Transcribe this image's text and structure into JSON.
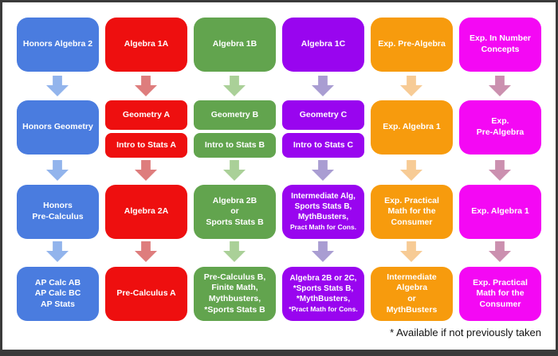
{
  "palette": {
    "frame_border": "#3a3a3a",
    "background": "#ffffff",
    "box_text": "#ffffff",
    "footnote_text": "#111111"
  },
  "footnote": "* Available if not previously taken",
  "columns": [
    {
      "name": "honors-track",
      "color": "#4a7cdf",
      "arrow_color": "#92b4ec",
      "row1": [
        "Honors Algebra 2"
      ],
      "row2": [
        "Honors Geometry"
      ],
      "row3": [
        "Honors",
        "Pre-Calculus"
      ],
      "row4": [
        "AP Calc AB",
        "AP Calc BC",
        "AP Stats"
      ]
    },
    {
      "name": "track-a",
      "color": "#ee0f0f",
      "arrow_color": "#de7d7d",
      "row1": [
        "Algebra 1A"
      ],
      "row2a": [
        "Geometry A"
      ],
      "row2b": [
        "Intro to Stats A"
      ],
      "row3": [
        "Algebra 2A"
      ],
      "row4": [
        "Pre-Calculus A"
      ]
    },
    {
      "name": "track-b",
      "color": "#62a44e",
      "arrow_color": "#aad098",
      "row1": [
        "Algebra 1B"
      ],
      "row2a": [
        "Geometry B"
      ],
      "row2b": [
        "Intro to Stats B"
      ],
      "row3": [
        "Algebra 2B",
        "or",
        "Sports Stats B"
      ],
      "row4": [
        "Pre-Calculus B,",
        "Finite Math,",
        "Mythbusters,",
        "*Sports Stats B"
      ]
    },
    {
      "name": "track-c",
      "color": "#9905ef",
      "arrow_color": "#a99dd2",
      "row1": [
        "Algebra 1C"
      ],
      "row2a": [
        "Geometry C"
      ],
      "row2b": [
        "Intro to Stats C"
      ],
      "row3": [
        "Intermediate Alg,",
        "Sports Stats B,",
        "MythBusters,",
        "Pract Math for Cons."
      ],
      "row4": [
        "Algebra 2B or 2C,",
        "*Sports Stats B,",
        "*MythBusters,",
        "*Pract Math for Cons."
      ]
    },
    {
      "name": "exploratory-track-1",
      "color": "#f79b0d",
      "arrow_color": "#f7cb95",
      "row1": [
        "Exp. Pre-Algebra"
      ],
      "row2": [
        "Exp. Algebra 1"
      ],
      "row3": [
        "Exp. Practical",
        "Math for the",
        "Consumer"
      ],
      "row4": [
        "Intermediate",
        "Algebra",
        "or",
        "MythBusters"
      ]
    },
    {
      "name": "exploratory-track-2",
      "color": "#f408f4",
      "arrow_color": "#cb90af",
      "row1": [
        "Exp. In Number",
        "Concepts"
      ],
      "row2": [
        "Exp.",
        "Pre-Algebra"
      ],
      "row3": [
        "Exp. Algebra 1"
      ],
      "row4": [
        "Exp. Practical",
        "Math for the",
        "Consumer"
      ]
    }
  ]
}
